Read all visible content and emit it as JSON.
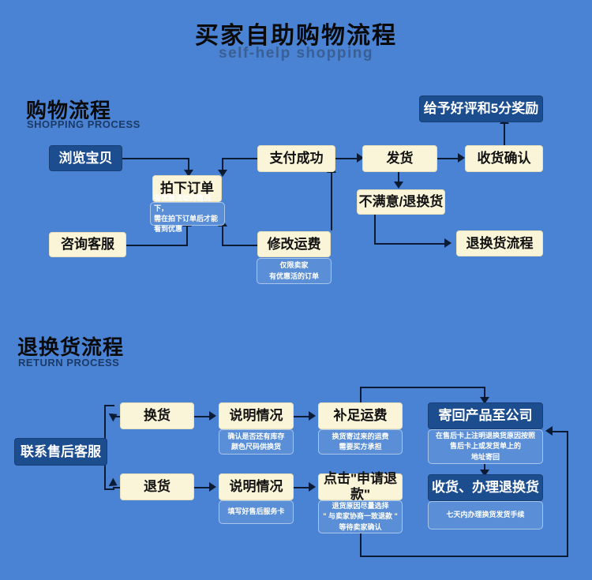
{
  "header": {
    "title": "买家自助购物流程",
    "subtitle": "self-help shopping"
  },
  "sections": [
    {
      "id": "shopping",
      "title": "购物流程",
      "subtitle": "SHOPPING PROCESS",
      "nodes": [
        {
          "id": "browse",
          "label": "浏览宝贝",
          "style": "navy",
          "note": null
        },
        {
          "id": "place",
          "label": "拍下订单",
          "style": "cream",
          "note": "有优惠活动的情况下，\n需在拍下订单后才能\n看到优惠"
        },
        {
          "id": "consult",
          "label": "咨询客服",
          "style": "cream",
          "note": null
        },
        {
          "id": "shipfee",
          "label": "修改运费",
          "style": "cream",
          "note": "仅限卖家\n有优惠活的订单"
        },
        {
          "id": "paid",
          "label": "支付成功",
          "style": "cream",
          "note": null
        },
        {
          "id": "send",
          "label": "发货",
          "style": "cream",
          "note": null
        },
        {
          "id": "confirm",
          "label": "收货确认",
          "style": "cream",
          "note": null
        },
        {
          "id": "praise",
          "label": "给予好评和5分奖励",
          "style": "navy",
          "note": null
        },
        {
          "id": "unsatisfied",
          "label": "不满意/退换货",
          "style": "cream",
          "note": null
        },
        {
          "id": "returnflow",
          "label": "退换货流程",
          "style": "cream",
          "note": null
        }
      ]
    },
    {
      "id": "return",
      "title": "退换货流程",
      "subtitle": "RETURN PROCESS",
      "nodes": [
        {
          "id": "aftersales",
          "label": "联系售后客服",
          "style": "navy",
          "note": null
        },
        {
          "id": "exchange",
          "label": "换货",
          "style": "cream",
          "note": null
        },
        {
          "id": "explain1",
          "label": "说明情况",
          "style": "cream",
          "note": "确认是否还有库存\n颜色尺码供换货"
        },
        {
          "id": "addfee",
          "label": "补足运费",
          "style": "cream",
          "note": "换货寄过来的运费\n需要买方承担"
        },
        {
          "id": "refundgoods",
          "label": "退货",
          "style": "cream",
          "note": null
        },
        {
          "id": "explain2",
          "label": "说明情况",
          "style": "cream",
          "note": "填写好售后服务卡"
        },
        {
          "id": "applyrefund",
          "label": "点击\"申请退款\"",
          "style": "cream",
          "note": "退货原因尽量选择\n\" 与卖家协商一致退款 \"\n等待卖家确认"
        },
        {
          "id": "sendback",
          "label": "寄回产品至公司",
          "style": "navy",
          "note": "在售后卡上注明退换货原因按照\n售后卡上或发货单上的\n地址寄回"
        },
        {
          "id": "process",
          "label": "收货、办理退换货",
          "style": "navy",
          "note": "七天内办理换货发货手续"
        }
      ]
    }
  ],
  "colors": {
    "background": "#4a82d4",
    "cream_box": "#faf5d8",
    "navy_box": "#1c4d8f",
    "note_box": "#5a8fd8",
    "connector": "#0b1b33",
    "title_text": "#0a0a0a",
    "subtitle_text": "#3a5f94"
  }
}
